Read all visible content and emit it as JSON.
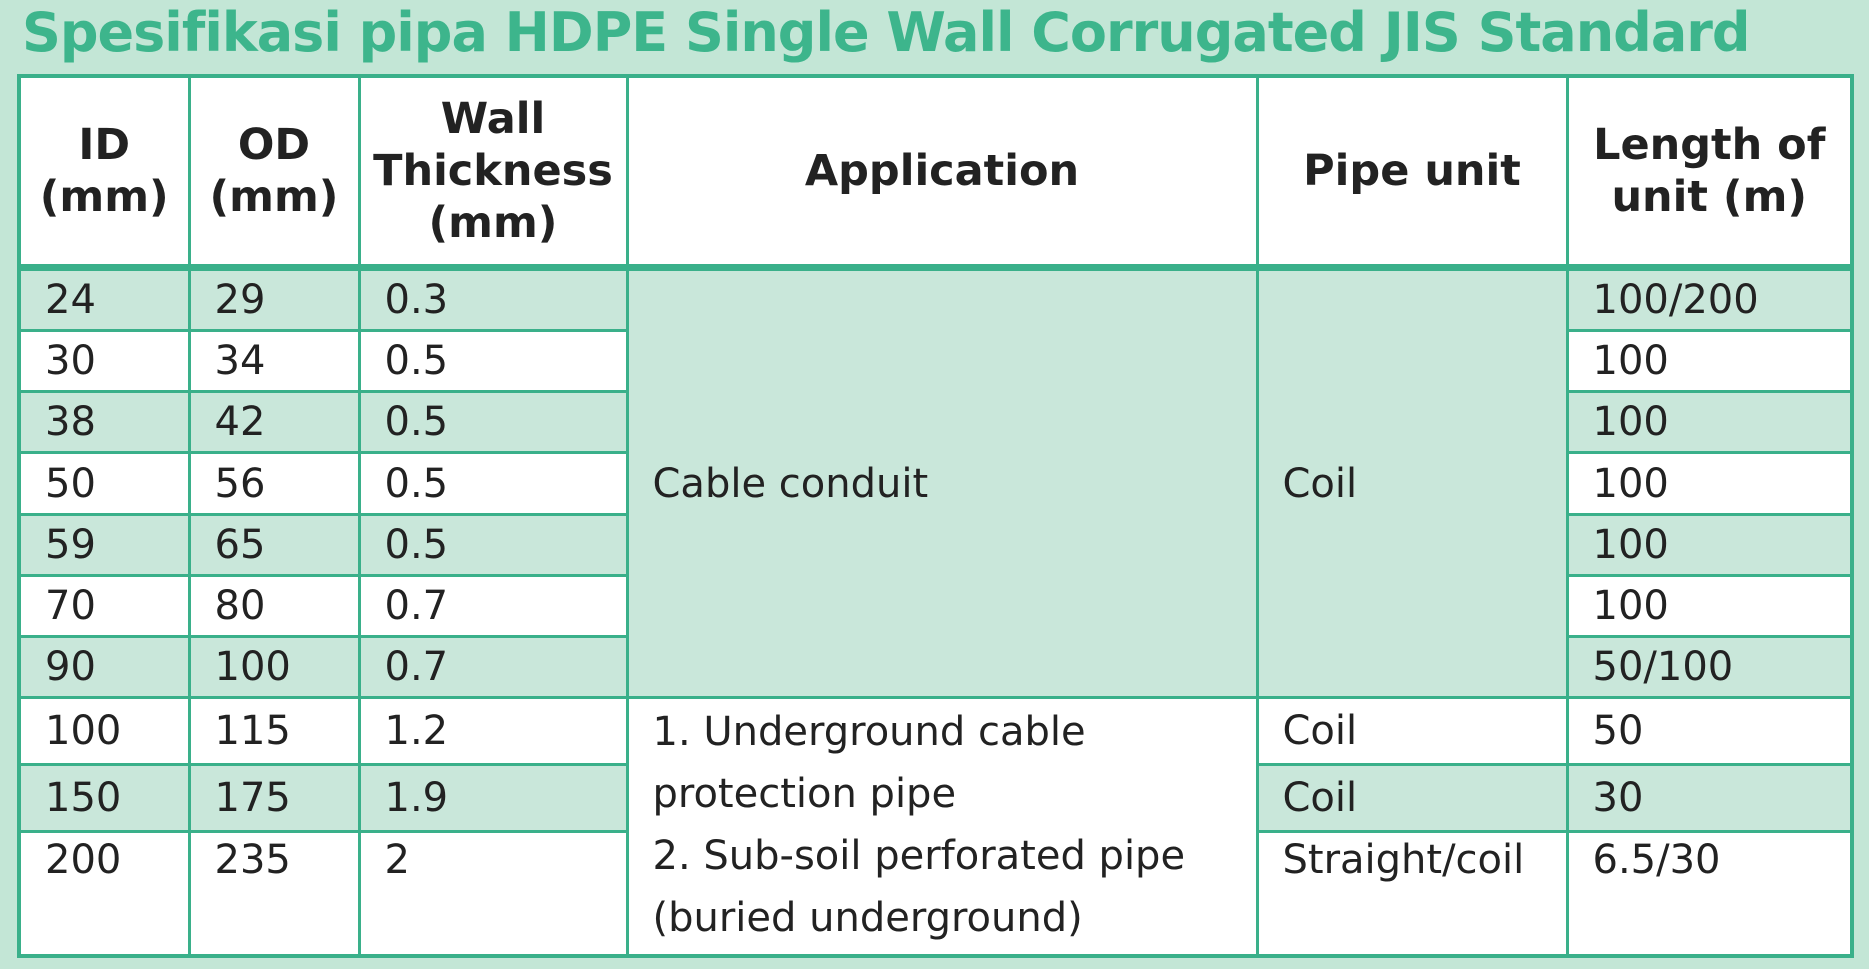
{
  "title": "Spesifikasi pipa HDPE Single Wall Corrugated JIS Standard",
  "table": {
    "headers": [
      "ID\n(mm)",
      "OD\n(mm)",
      "Wall\nThickness\n(mm)",
      "Application",
      "Pipe unit",
      "Length of\nunit (m)"
    ],
    "rows": [
      {
        "id": "24",
        "od": "29",
        "wall": "0.3",
        "length": "100/200"
      },
      {
        "id": "30",
        "od": "34",
        "wall": "0.5",
        "length": "100"
      },
      {
        "id": "38",
        "od": "42",
        "wall": "0.5",
        "length": "100"
      },
      {
        "id": "50",
        "od": "56",
        "wall": "0.5",
        "length": "100"
      },
      {
        "id": "59",
        "od": "65",
        "wall": "0.5",
        "length": "100"
      },
      {
        "id": "70",
        "od": "80",
        "wall": "0.7",
        "length": "100"
      },
      {
        "id": "90",
        "od": "100",
        "wall": "0.7",
        "length": "50/100"
      },
      {
        "id": "100",
        "od": "115",
        "wall": "1.2",
        "unit": "Coil",
        "length": "50"
      },
      {
        "id": "150",
        "od": "175",
        "wall": "1.9",
        "unit": "Coil",
        "length": "30"
      },
      {
        "id": "200",
        "od": "235",
        "wall": "2",
        "unit": "Straight/coil",
        "length": "6.5/30"
      }
    ],
    "merged": {
      "cable_application": "Cable conduit",
      "cable_unit": "Coil",
      "underground_application": "1. Underground cable\nprotection pipe\n2. Sub-soil perforated pipe\n(buried underground)"
    }
  },
  "colors": {
    "title": "#3db58c",
    "border": "#3ab08a",
    "shade": "#c9e7da",
    "background": "#c3e6d6"
  }
}
